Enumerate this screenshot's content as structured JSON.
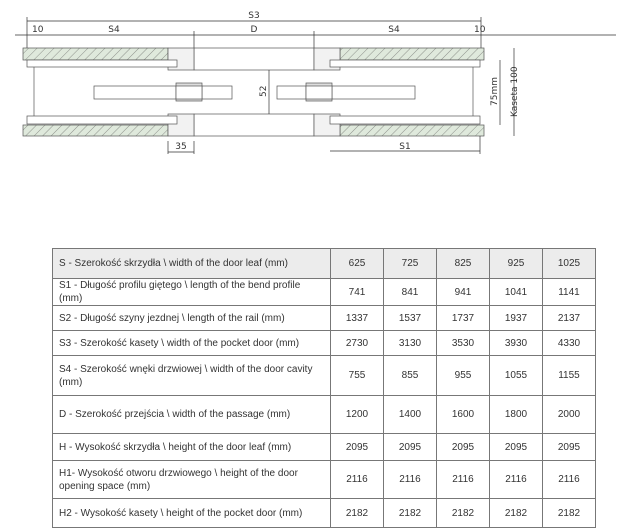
{
  "diagram": {
    "s3": "S3",
    "s4_left": "S4",
    "s4_right": "S4",
    "d": "D",
    "ten_left": "10",
    "ten_right": "10",
    "h52": "52",
    "w35": "35",
    "s1": "S1",
    "mm75": "75mm",
    "kaseta": "Kaseta 100"
  },
  "table": {
    "rows": [
      {
        "label": "S - Szerokość skrzydła \\ width of the door leaf (mm)",
        "values": [
          "625",
          "725",
          "825",
          "925",
          "1025"
        ]
      },
      {
        "label": "S1 - Długość profilu giętego \\ length of the bend profile (mm)",
        "values": [
          "741",
          "841",
          "941",
          "1041",
          "1141"
        ]
      },
      {
        "label": "S2 - Długość szyny jezdnej \\ length of the rail (mm)",
        "values": [
          "1337",
          "1537",
          "1737",
          "1937",
          "2137"
        ]
      },
      {
        "label": "S3 - Szerokość kasety \\ width of the pocket door (mm)",
        "values": [
          "2730",
          "3130",
          "3530",
          "3930",
          "4330"
        ]
      },
      {
        "label": "S4 - Szerokość wnęki drzwiowej \\ width of the door cavity (mm)",
        "values": [
          "755",
          "855",
          "955",
          "1055",
          "1155"
        ]
      },
      {
        "label": "D - Szerokość przejścia \\ width of the passage (mm)",
        "values": [
          "1200",
          "1400",
          "1600",
          "1800",
          "2000"
        ]
      },
      {
        "label": "H - Wysokość skrzydła \\ height of the door leaf (mm)",
        "values": [
          "2095",
          "2095",
          "2095",
          "2095",
          "2095"
        ]
      },
      {
        "label": "H1- Wysokość otworu drzwiowego \\ height of the door opening space (mm)",
        "values": [
          "2116",
          "2116",
          "2116",
          "2116",
          "2116"
        ]
      },
      {
        "label": "H2 - Wysokość kasety \\ height of the pocket door (mm)",
        "values": [
          "2182",
          "2182",
          "2182",
          "2182",
          "2182"
        ]
      }
    ]
  }
}
